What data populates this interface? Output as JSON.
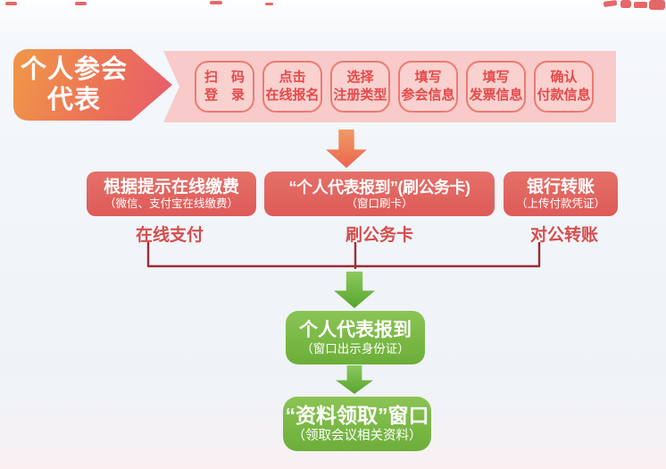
{
  "flow": {
    "badge": {
      "line1": "个人参会",
      "line2": "代表"
    },
    "steps": [
      {
        "line1": "扫　码",
        "line2": "登　录"
      },
      {
        "line1": "点击",
        "line2": "在线报名"
      },
      {
        "line1": "选择",
        "line2": "注册类型"
      },
      {
        "line1": "填写",
        "line2": "参会信息"
      },
      {
        "line1": "填写",
        "line2": "发票信息"
      },
      {
        "line1": "确认",
        "line2": "付款信息"
      }
    ],
    "payment_options": [
      {
        "title": "根据提示在线缴费",
        "subtitle": "（微信、支付宝在线缴费）",
        "label": "在线支付"
      },
      {
        "title": "“个人代表报到”(刷公务卡)",
        "subtitle": "（窗口刷卡）",
        "label": "刷公务卡"
      },
      {
        "title": "银行转账",
        "subtitle": "（上传付款凭证）",
        "label": "对公转账"
      }
    ],
    "checkin": {
      "title": "个人代表报到",
      "subtitle": "（窗口出示身份证）"
    },
    "material_pickup": {
      "title": "“资料领取”窗口",
      "subtitle": "（领取会议相关资料）"
    }
  },
  "colors": {
    "badge_gradient_start": "#f0934a",
    "badge_gradient_end": "#e85d6b",
    "band_pink": "#f8caca",
    "step_text_red": "#e54a4a",
    "payment_box_red": "#de5a58",
    "label_red": "#d64d4c",
    "connector_maroon": "#9d2b36",
    "arrow_orange": "#eb654e",
    "flow_green": "#6cae39",
    "background": "#eff3f8"
  }
}
